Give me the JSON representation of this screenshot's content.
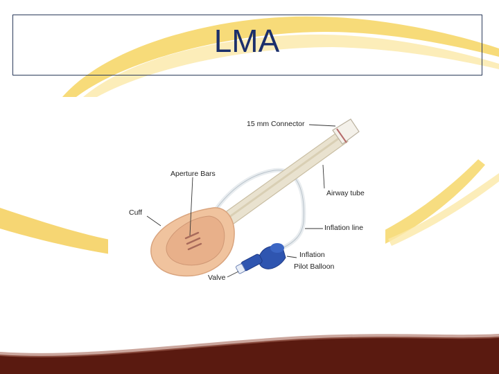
{
  "slide": {
    "title": "LMA"
  },
  "colors": {
    "title_text": "#1b2f6b",
    "title_border": "#2a3a5a",
    "accent_gold": "#f2c94c",
    "footer_brown": "#5a1a10",
    "cuff_skin": "#f0c39e",
    "balloon_blue": "#2f55b0"
  },
  "diagram": {
    "labels": {
      "connector": "15 mm Connector",
      "aperture_bars": "Aperture Bars",
      "airway_tube": "Airway tube",
      "cuff": "Cuff",
      "inflation_line": "Inflation line",
      "inflation_pilot_balloon_line1": "Inflation",
      "inflation_pilot_balloon_line2": "Pilot Balloon",
      "valve": "Valve"
    }
  }
}
